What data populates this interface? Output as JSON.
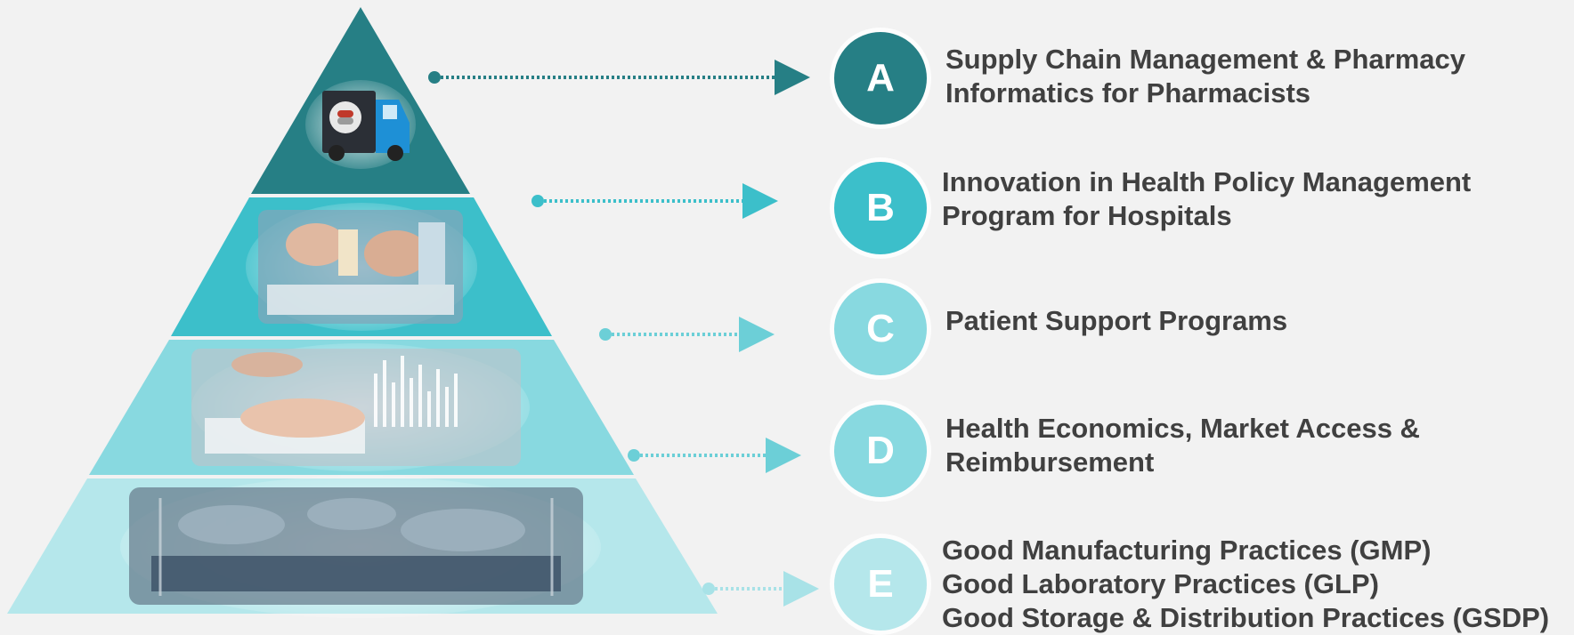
{
  "colors": {
    "background": "#f2f2f2",
    "text": "#404040",
    "tier_a": "#267f85",
    "tier_b": "#3cbfca",
    "tier_c": "#88d9e0",
    "tier_d": "#88d9e0",
    "tier_e": "#b5e7eb"
  },
  "items": [
    {
      "letter": "A",
      "lines": [
        "Supply Chain Management & Pharmacy",
        "Informatics for Pharmacists"
      ],
      "icon": "pharmacy-truck-icon"
    },
    {
      "letter": "B",
      "lines": [
        "Innovation in Health Policy Management",
        "Program for Hospitals"
      ],
      "icon": "laboratory-photo"
    },
    {
      "letter": "C",
      "lines": [
        "Patient Support Programs"
      ],
      "icon": "analytics-tablet-photo"
    },
    {
      "letter": "D",
      "lines": [
        "Health Economics, Market Access &",
        "Reimbursement"
      ],
      "icon": "world-map-logistics-photo"
    },
    {
      "letter": "E",
      "lines": [
        "Good Manufacturing Practices (GMP)",
        "Good Laboratory Practices (GLP)",
        "Good Storage & Distribution Practices (GSDP)"
      ]
    }
  ]
}
